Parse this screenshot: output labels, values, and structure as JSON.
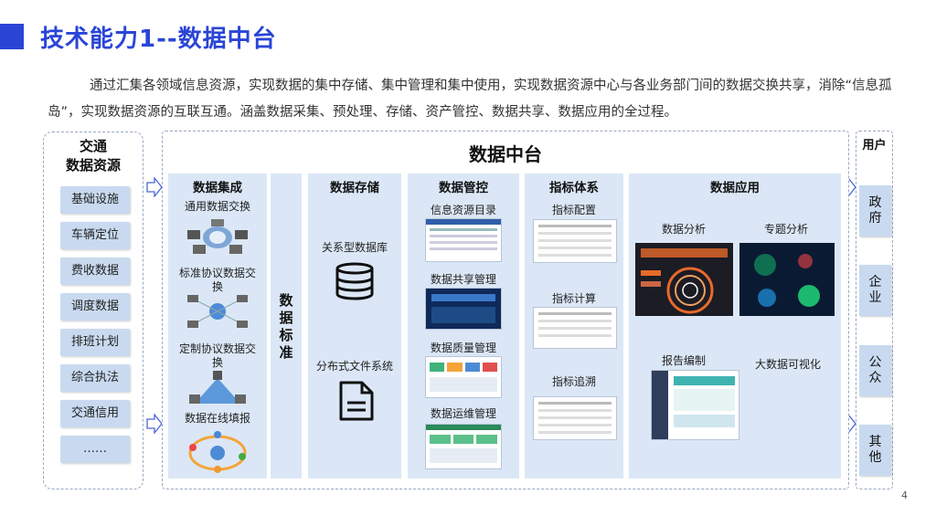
{
  "slide": {
    "title": "技术能力1--数据中台",
    "intro": "通过汇集各领域信息资源，实现数据的集中存储、集中管理和集中使用，实现数据资源中心与各业务部门间的数据交换共享，消除“信息孤岛”，实现数据资源的互联互通。涵盖数据采集、预处理、存储、资产管控、数据共享、数据应用的全过程。",
    "page_number": "4"
  },
  "sources": {
    "title_line1": "交通",
    "title_line2": "数据资源",
    "items": [
      "基础设施",
      "车辆定位",
      "费收数据",
      "调度数据",
      "排班计划",
      "综合执法",
      "交通信用",
      "……"
    ]
  },
  "platform": {
    "title": "数据中台",
    "integration": {
      "title": "数据集成",
      "items": [
        "通用数据交换",
        "标准协议数据交换",
        "定制协议数据交换",
        "数据在线填报"
      ]
    },
    "standard": {
      "chars": [
        "数",
        "据",
        "标",
        "准"
      ]
    },
    "storage": {
      "title": "数据存储",
      "items": [
        "关系型数据库",
        "分布式文件系统"
      ],
      "icons": [
        "database-icon",
        "document-icon"
      ]
    },
    "control": {
      "title": "数据管控",
      "items": [
        "信息资源目录",
        "数据共享管理",
        "数据质量管理",
        "数据运维管理"
      ]
    },
    "indicators": {
      "title": "指标体系",
      "items": [
        "指标配置",
        "指标计算",
        "指标追溯"
      ]
    },
    "application": {
      "title": "数据应用",
      "items": [
        "数据分析",
        "专题分析",
        "报告编制",
        "大数据可视化"
      ]
    }
  },
  "users": {
    "title": "用户",
    "items": [
      [
        "政",
        "府"
      ],
      [
        "企",
        "业"
      ],
      [
        "公",
        "众"
      ],
      [
        "其",
        "他"
      ]
    ]
  },
  "colors": {
    "accent": "#2a45d6",
    "panel": "#dbe7f6",
    "tile": "#c9daf0"
  }
}
